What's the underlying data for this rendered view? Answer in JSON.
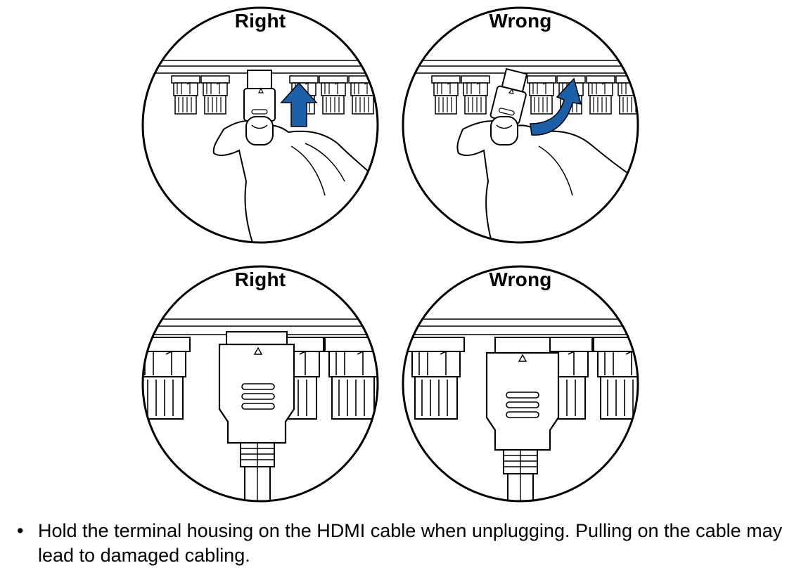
{
  "panels": [
    {
      "label": "Right",
      "arrow_color": "#1a5fa8"
    },
    {
      "label": "Wrong",
      "arrow_color": "#1a5fa8"
    },
    {
      "label": "Right"
    },
    {
      "label": "Wrong"
    }
  ],
  "note": {
    "bullet": "•",
    "text": "Hold the terminal housing on the HDMI cable when unplugging. Pulling on the cable may lead to damaged cabling."
  }
}
